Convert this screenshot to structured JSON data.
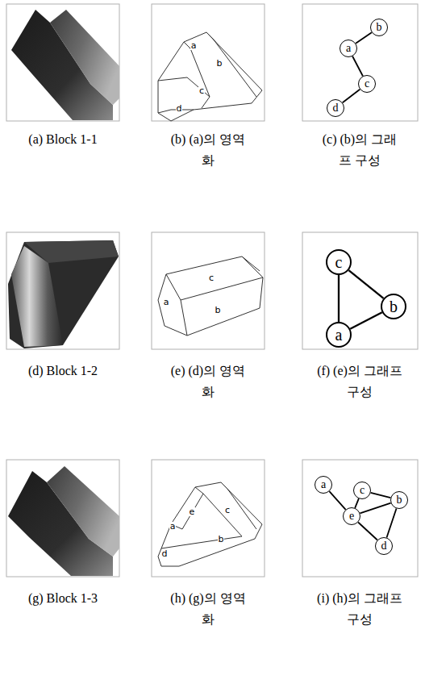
{
  "diagram": {
    "nodes": [
      {
        "text": [
          "b"
        ]
      },
      {
        "text": [
          "a"
        ]
      },
      {
        "text": [
          "c"
        ]
      },
      {
        "text": [
          "d"
        ]
      },
      {
        "text": [
          "c"
        ]
      },
      {
        "text": [
          "b"
        ]
      },
      {
        "text": [
          "a"
        ]
      },
      {
        "text": [
          "a"
        ]
      },
      {
        "text": [
          "c"
        ]
      },
      {
        "text": [
          "b"
        ]
      },
      {
        "text": [
          "e"
        ]
      },
      {
        "text": [
          "d"
        ]
      }
    ],
    "edges": [
      {
        "from": 1,
        "to": 0,
        "arrow": "none"
      },
      {
        "from": 1,
        "to": 2,
        "arrow": "none"
      },
      {
        "from": 2,
        "to": 3,
        "arrow": "none"
      },
      {
        "from": 4,
        "to": 5,
        "arrow": "none"
      },
      {
        "from": 6,
        "to": 5,
        "arrow": "none"
      },
      {
        "from": 6,
        "to": 4,
        "arrow": "none"
      },
      {
        "from": 7,
        "to": 10,
        "arrow": "none"
      },
      {
        "from": 10,
        "to": 8,
        "arrow": "none"
      },
      {
        "from": 8,
        "to": 9,
        "arrow": "none"
      },
      {
        "from": 10,
        "to": 9,
        "arrow": "none"
      },
      {
        "from": 10,
        "to": 11,
        "arrow": "none"
      },
      {
        "from": 11,
        "to": 9,
        "arrow": "none"
      }
    ],
    "labels": [
      "(a) Block 1-1",
      "(b) (a)의 영역화",
      "(c) (b)의 그래프 구성",
      "a",
      "b",
      "c",
      "d",
      "(d) Block 1-2",
      "(e) (d)의 영역화",
      "(f) (e)의 그래프 구성",
      "a",
      "c",
      "b",
      "(g) Block 1-3",
      "(h) (g)의 영역화",
      "(i) (h)의 그래프 구성",
      "a",
      "e",
      "c",
      "b",
      "d"
    ]
  }
}
